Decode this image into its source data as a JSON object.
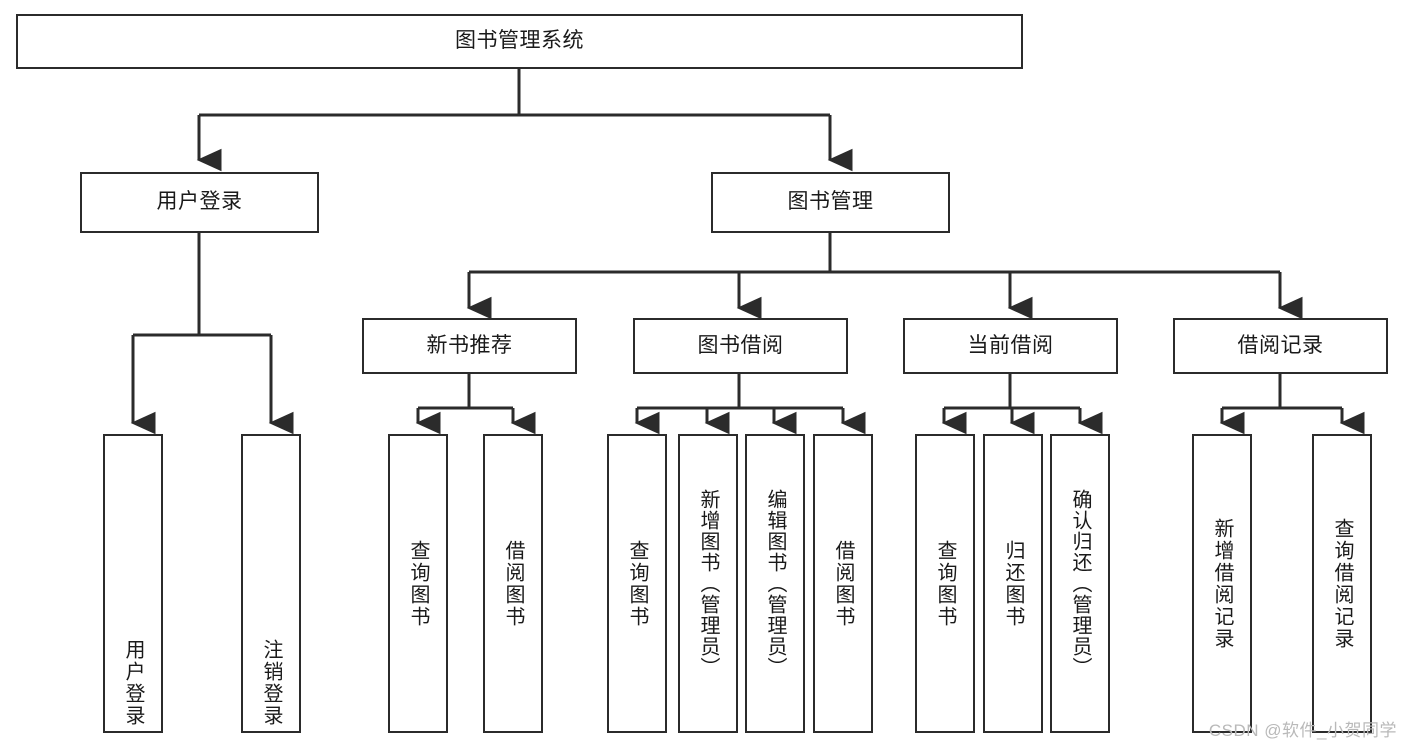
{
  "diagram": {
    "title": "图书管理系统",
    "type": "tree-hierarchy-diagram",
    "watermark": "CSDN @软件_小贺同学",
    "colors": {
      "box_border": "#2b2b2b",
      "connector": "#2b2b2b",
      "background": "#ffffff",
      "text": "#1a1a1a",
      "watermark": "#b9b9b9"
    },
    "root": {
      "label": "图书管理系统"
    },
    "level2": [
      {
        "label": "用户登录"
      },
      {
        "label": "图书管理"
      }
    ],
    "level3": [
      {
        "label": "新书推荐"
      },
      {
        "label": "图书借阅"
      },
      {
        "label": "当前借阅"
      },
      {
        "label": "借阅记录"
      }
    ],
    "leaves": {
      "user_login": [
        {
          "label": "用户登录"
        },
        {
          "label": "注销登录"
        }
      ],
      "new_book_recommend": [
        {
          "label": "查询图书"
        },
        {
          "label": "借阅图书"
        }
      ],
      "book_borrow": [
        {
          "label": "查询图书"
        },
        {
          "label": "新增图书（管理员）"
        },
        {
          "label": "编辑图书（管理员）"
        },
        {
          "label": "借阅图书"
        }
      ],
      "current_borrow": [
        {
          "label": "查询图书"
        },
        {
          "label": "归还图书"
        },
        {
          "label": "确认归还（管理员）"
        }
      ],
      "borrow_record": [
        {
          "label": "新增借阅记录"
        },
        {
          "label": "查询借阅记录"
        }
      ]
    }
  }
}
